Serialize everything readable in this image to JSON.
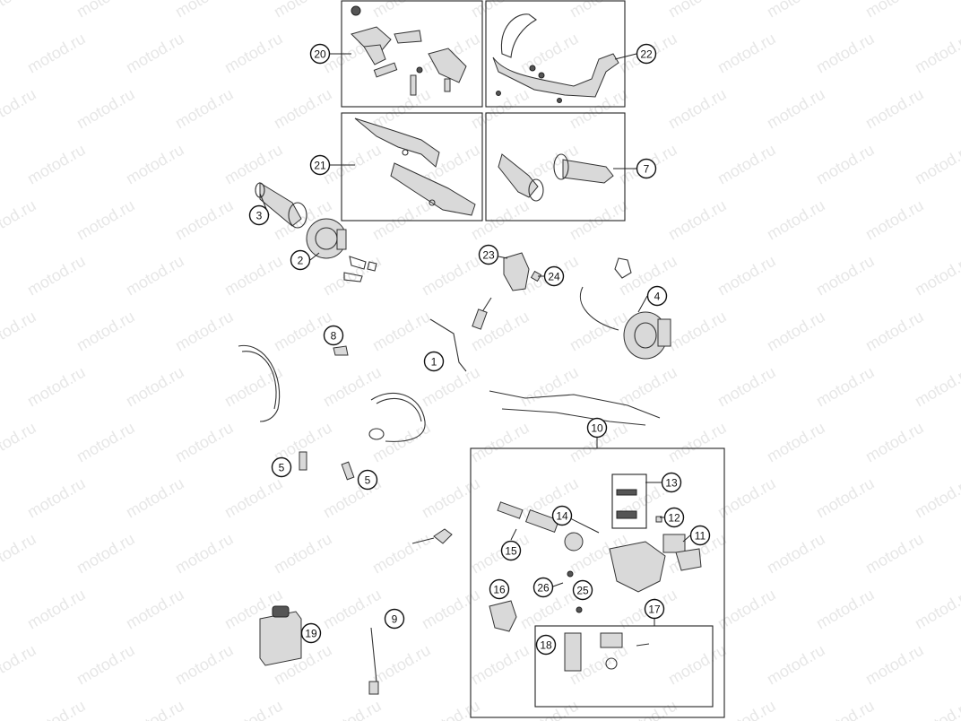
{
  "watermark": "motod.ru",
  "callouts": [
    {
      "id": "20",
      "label": "20"
    },
    {
      "id": "22",
      "label": "22"
    },
    {
      "id": "21",
      "label": "21"
    },
    {
      "id": "7",
      "label": "7"
    },
    {
      "id": "3",
      "label": "3"
    },
    {
      "id": "2",
      "label": "2"
    },
    {
      "id": "23",
      "label": "23"
    },
    {
      "id": "24",
      "label": "24"
    },
    {
      "id": "4",
      "label": "4"
    },
    {
      "id": "8",
      "label": "8"
    },
    {
      "id": "1",
      "label": "1"
    },
    {
      "id": "10",
      "label": "10"
    },
    {
      "id": "13",
      "label": "13"
    },
    {
      "id": "5a",
      "label": "5"
    },
    {
      "id": "5b",
      "label": "5"
    },
    {
      "id": "14",
      "label": "14"
    },
    {
      "id": "12",
      "label": "12"
    },
    {
      "id": "11",
      "label": "11"
    },
    {
      "id": "15",
      "label": "15"
    },
    {
      "id": "16",
      "label": "16"
    },
    {
      "id": "26",
      "label": "26"
    },
    {
      "id": "25",
      "label": "25"
    },
    {
      "id": "17",
      "label": "17"
    },
    {
      "id": "9",
      "label": "9"
    },
    {
      "id": "19",
      "label": "19"
    },
    {
      "id": "18",
      "label": "18"
    }
  ]
}
